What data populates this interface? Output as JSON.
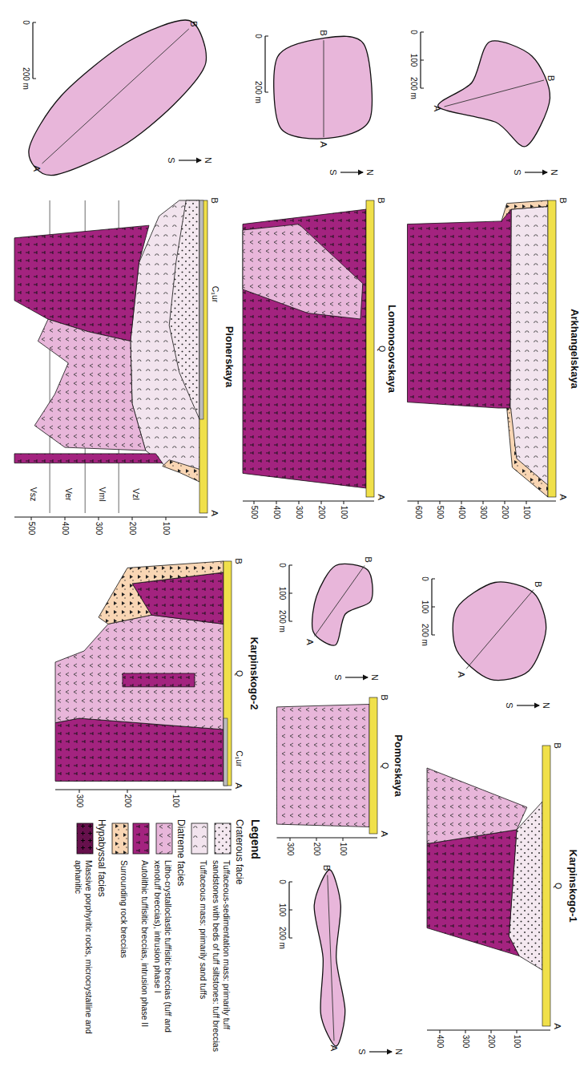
{
  "diagram": {
    "labels": [
      "Pionerskaya",
      "N",
      "S",
      "0",
      "200 m",
      "A",
      "B",
      "A",
      "B",
      "C₁ur",
      "Vzl",
      "Vml",
      "Ver",
      "Vsz",
      "100",
      "200",
      "300",
      "400",
      "500",
      "Lomonosovskaya",
      "N",
      "S",
      "0",
      "200 m",
      "A",
      "B",
      "A",
      "B",
      "Q",
      "100",
      "200",
      "300",
      "400",
      "500",
      "Arkhangelskaya",
      "N",
      "S",
      "0",
      "100",
      "200 m",
      "A",
      "B",
      "A",
      "B",
      "100",
      "200",
      "300",
      "400",
      "500",
      "600",
      "Karpinskogo-2",
      "N",
      "S",
      "0",
      "100",
      "200 m",
      "A",
      "B",
      "A",
      "B",
      "C₁ur",
      "Q",
      "100",
      "200",
      "300",
      "Pomorskaya",
      "N",
      "S",
      "0",
      "100",
      "200 m",
      "A",
      "B",
      "A",
      "B",
      "Q",
      "100",
      "200",
      "300",
      "Karpinskogo-1",
      "N",
      "S",
      "0",
      "100",
      "200 m",
      "A",
      "B",
      "A",
      "B",
      "Q",
      "100",
      "200",
      "300",
      "400",
      "Legend",
      "Craterous facie",
      "Diatreme facies",
      "Hypabyssal facies"
    ],
    "legend": [
      {
        "text": "Tuffaceous-sedimentation mass: primarily tuff sandstones with beds of tuff siltstones: tuff breccias",
        "color": "#f4e8f0"
      },
      {
        "text": "Tuffaceous mass: primarily sand tuffs",
        "color": "#f2e4ee"
      },
      {
        "text": "Litho-crystalloclastic tuffisitic breccias (tuff and xenotuff breccias), intrusion phase I",
        "color": "#e8b6da"
      },
      {
        "text": "Autolithic tuffisitic breccias, intrusion phase II",
        "color": "#a3237f"
      },
      {
        "text": "Surrounding rock breccias",
        "color": "#f9d6b4"
      },
      {
        "text": "Massive porphyritic rocks, microcrystalline and aphanitic",
        "color": "#66104c"
      }
    ]
  }
}
